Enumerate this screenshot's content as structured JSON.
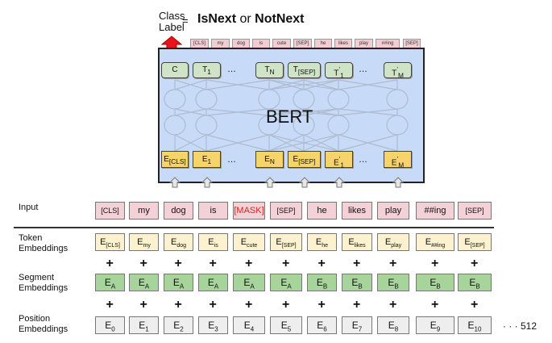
{
  "header": {
    "class_label_line1": "Class",
    "class_label_line2": "Label",
    "eq_sign": "=",
    "is_next": "IsNext",
    "or": " or ",
    "not_next": "NotNext"
  },
  "model": {
    "title": "BERT",
    "ellipsis": "…",
    "mini_tokens": [
      "[CLS]",
      "my",
      "dog",
      "is",
      "cute",
      "[SEP]",
      "he",
      "likes",
      "play",
      "##ing",
      "[SEP]"
    ],
    "outputs": [
      {
        "base": "C",
        "sub": ""
      },
      {
        "base": "T",
        "sub": "1"
      },
      {
        "base": "T",
        "sub": "N"
      },
      {
        "base": "T",
        "sub": "[SEP]"
      },
      {
        "base": "T",
        "sub": "1",
        "sup": "’"
      },
      {
        "base": "T",
        "sub": "M",
        "sup": "’"
      }
    ],
    "inputs": [
      {
        "base": "E",
        "sub": "[CLS]"
      },
      {
        "base": "E",
        "sub": "1"
      },
      {
        "base": "E",
        "sub": "N"
      },
      {
        "base": "E",
        "sub": "[SEP]"
      },
      {
        "base": "E",
        "sub": "1",
        "sup": "’"
      },
      {
        "base": "E",
        "sub": "M",
        "sup": "’"
      }
    ]
  },
  "labels": {
    "input": "Input",
    "token_1": "Token",
    "token_2": "Embeddings",
    "segment_1": "Segment",
    "segment_2": "Embeddings",
    "position_1": "Position",
    "position_2": "Embeddings",
    "plus": "+",
    "pos_suffix": "· · · 512"
  },
  "rows": {
    "input": [
      "[CLS]",
      "my",
      "dog",
      "is",
      "[MASK]",
      "[SEP]",
      "he",
      "likes",
      "play",
      "##ing",
      "[SEP]"
    ],
    "token_base": "E",
    "token_subs": [
      "[CLS]",
      "my",
      "dog",
      "is",
      "cute",
      "[SEP]",
      "he",
      "likes",
      "play",
      "##ing",
      "[SEP]"
    ],
    "segment_base": "E",
    "segment_subs": [
      "A",
      "A",
      "A",
      "A",
      "A",
      "A",
      "B",
      "B",
      "B",
      "B",
      "B"
    ],
    "position_base": "E",
    "position_subs": [
      "0",
      "1",
      "2",
      "3",
      "4",
      "5",
      "6",
      "7",
      "8",
      "9",
      "10"
    ]
  },
  "colors": {
    "input_fill": "#f4d1d7",
    "token_fill": "#fdf2d0",
    "segment_fill": "#a6d49a",
    "position_fill": "#eeeeee",
    "bert_fill": "#c7daf7",
    "output_fill": "#cfe3c6",
    "input_node_fill": "#f6d36b",
    "class_arrow": "#e8141b",
    "mask_text": "#e02020"
  }
}
